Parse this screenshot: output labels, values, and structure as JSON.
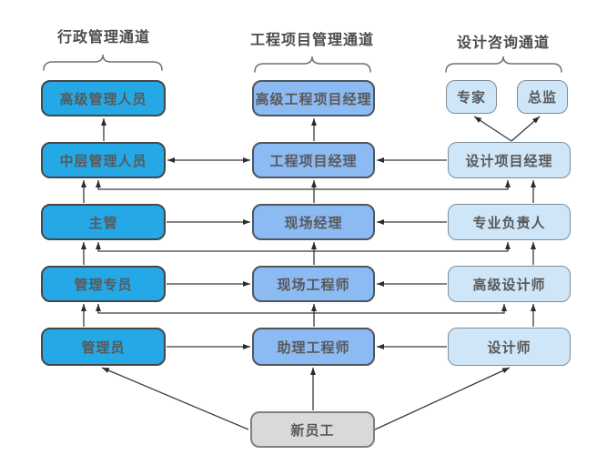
{
  "channels": [
    {
      "name": "admin",
      "header": "行政管理通道",
      "box_color": "#24A9E6",
      "levels": [
        "高级管理人员",
        "中层管理人员",
        "主管",
        "管理专员",
        "管理员"
      ]
    },
    {
      "name": "project",
      "header": "工程项目管理通道",
      "box_color": "#8CBAF2",
      "levels": [
        "高级工程项目经理",
        "工程项目经理",
        "现场经理",
        "现场工程师",
        "助理工程师"
      ]
    },
    {
      "name": "design",
      "header": "设计咨询通道",
      "box_color": "#CEE6F8",
      "top_levels": [
        "专家",
        "总监"
      ],
      "levels": [
        "设计项目经理",
        "专业负责人",
        "高级设计师",
        "设计师"
      ]
    }
  ],
  "entry": {
    "label": "新员工",
    "box_color": "#D9D9D9"
  },
  "colors": {
    "arrow": "#3A3A3A",
    "brace": "#707070",
    "header_text": "#4C4C4C",
    "box_text": "#595959",
    "background": "#FFFFFF"
  }
}
